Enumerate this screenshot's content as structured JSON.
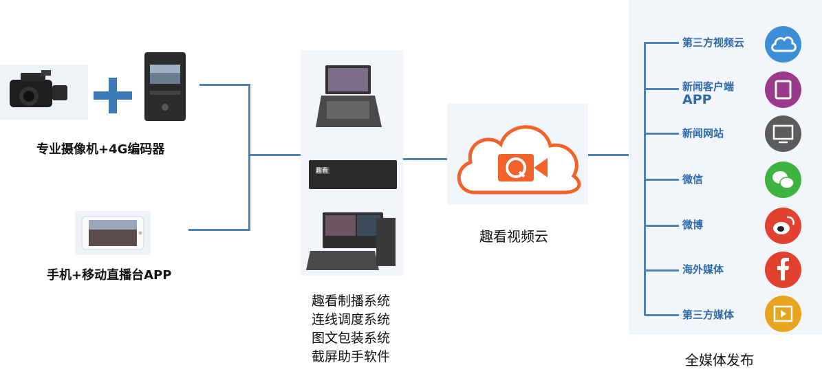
{
  "sources": {
    "camera_label": "专业摄像机+4G编码器",
    "phone_label": "手机+移动直播台APP"
  },
  "systems": {
    "lines": [
      "趣看制播系统",
      "连线调度系统",
      "图文包装系统",
      "截屏助手软件"
    ],
    "equipment_screen_text": "趣看"
  },
  "cloud": {
    "label": "趣看视频云",
    "logo_letter": "Q"
  },
  "publish": {
    "title": "全媒体发布",
    "items": [
      {
        "label": "第三方视频云",
        "icon": "cloud-icon",
        "color": "#3b8fd6"
      },
      {
        "label": "新闻客户端",
        "label2": "APP",
        "icon": "tablet-icon",
        "color": "#9a3a8a"
      },
      {
        "label": "新闻网站",
        "icon": "monitor-icon",
        "color": "#5c5c5c"
      },
      {
        "label": "微信",
        "icon": "wechat-icon",
        "color": "#3fb33f"
      },
      {
        "label": "微博",
        "icon": "weibo-icon",
        "color": "#e2412f"
      },
      {
        "label": "海外媒体",
        "icon": "facebook-icon",
        "color": "#e2412f"
      },
      {
        "label": "第三方媒体",
        "icon": "video-icon",
        "color": "#e8a41e"
      }
    ]
  },
  "colors": {
    "connector": "#4f82b4",
    "accent": "#f2622a",
    "panel": "#f2f5fa"
  }
}
